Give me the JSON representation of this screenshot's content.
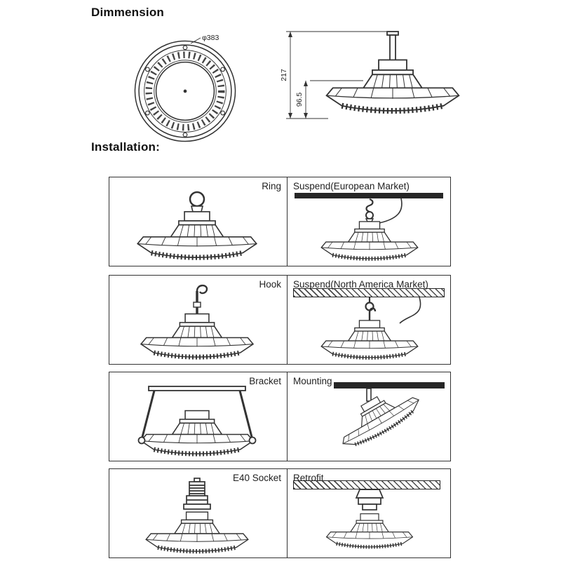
{
  "headings": {
    "dimension": "Dimmension",
    "installation": "Installation:"
  },
  "dimension_drawing": {
    "diameter_label": "φ383",
    "total_height": "217",
    "body_height": "96.5"
  },
  "installation_rows": [
    {
      "left_label": "Ring",
      "right_label": "Suspend(European Market)"
    },
    {
      "left_label": "Hook",
      "right_label": "Suspend(North America Market)"
    },
    {
      "left_label": "Bracket",
      "right_label": "Mounting"
    },
    {
      "left_label": "E40 Socket",
      "right_label": "Retrofit"
    }
  ]
}
